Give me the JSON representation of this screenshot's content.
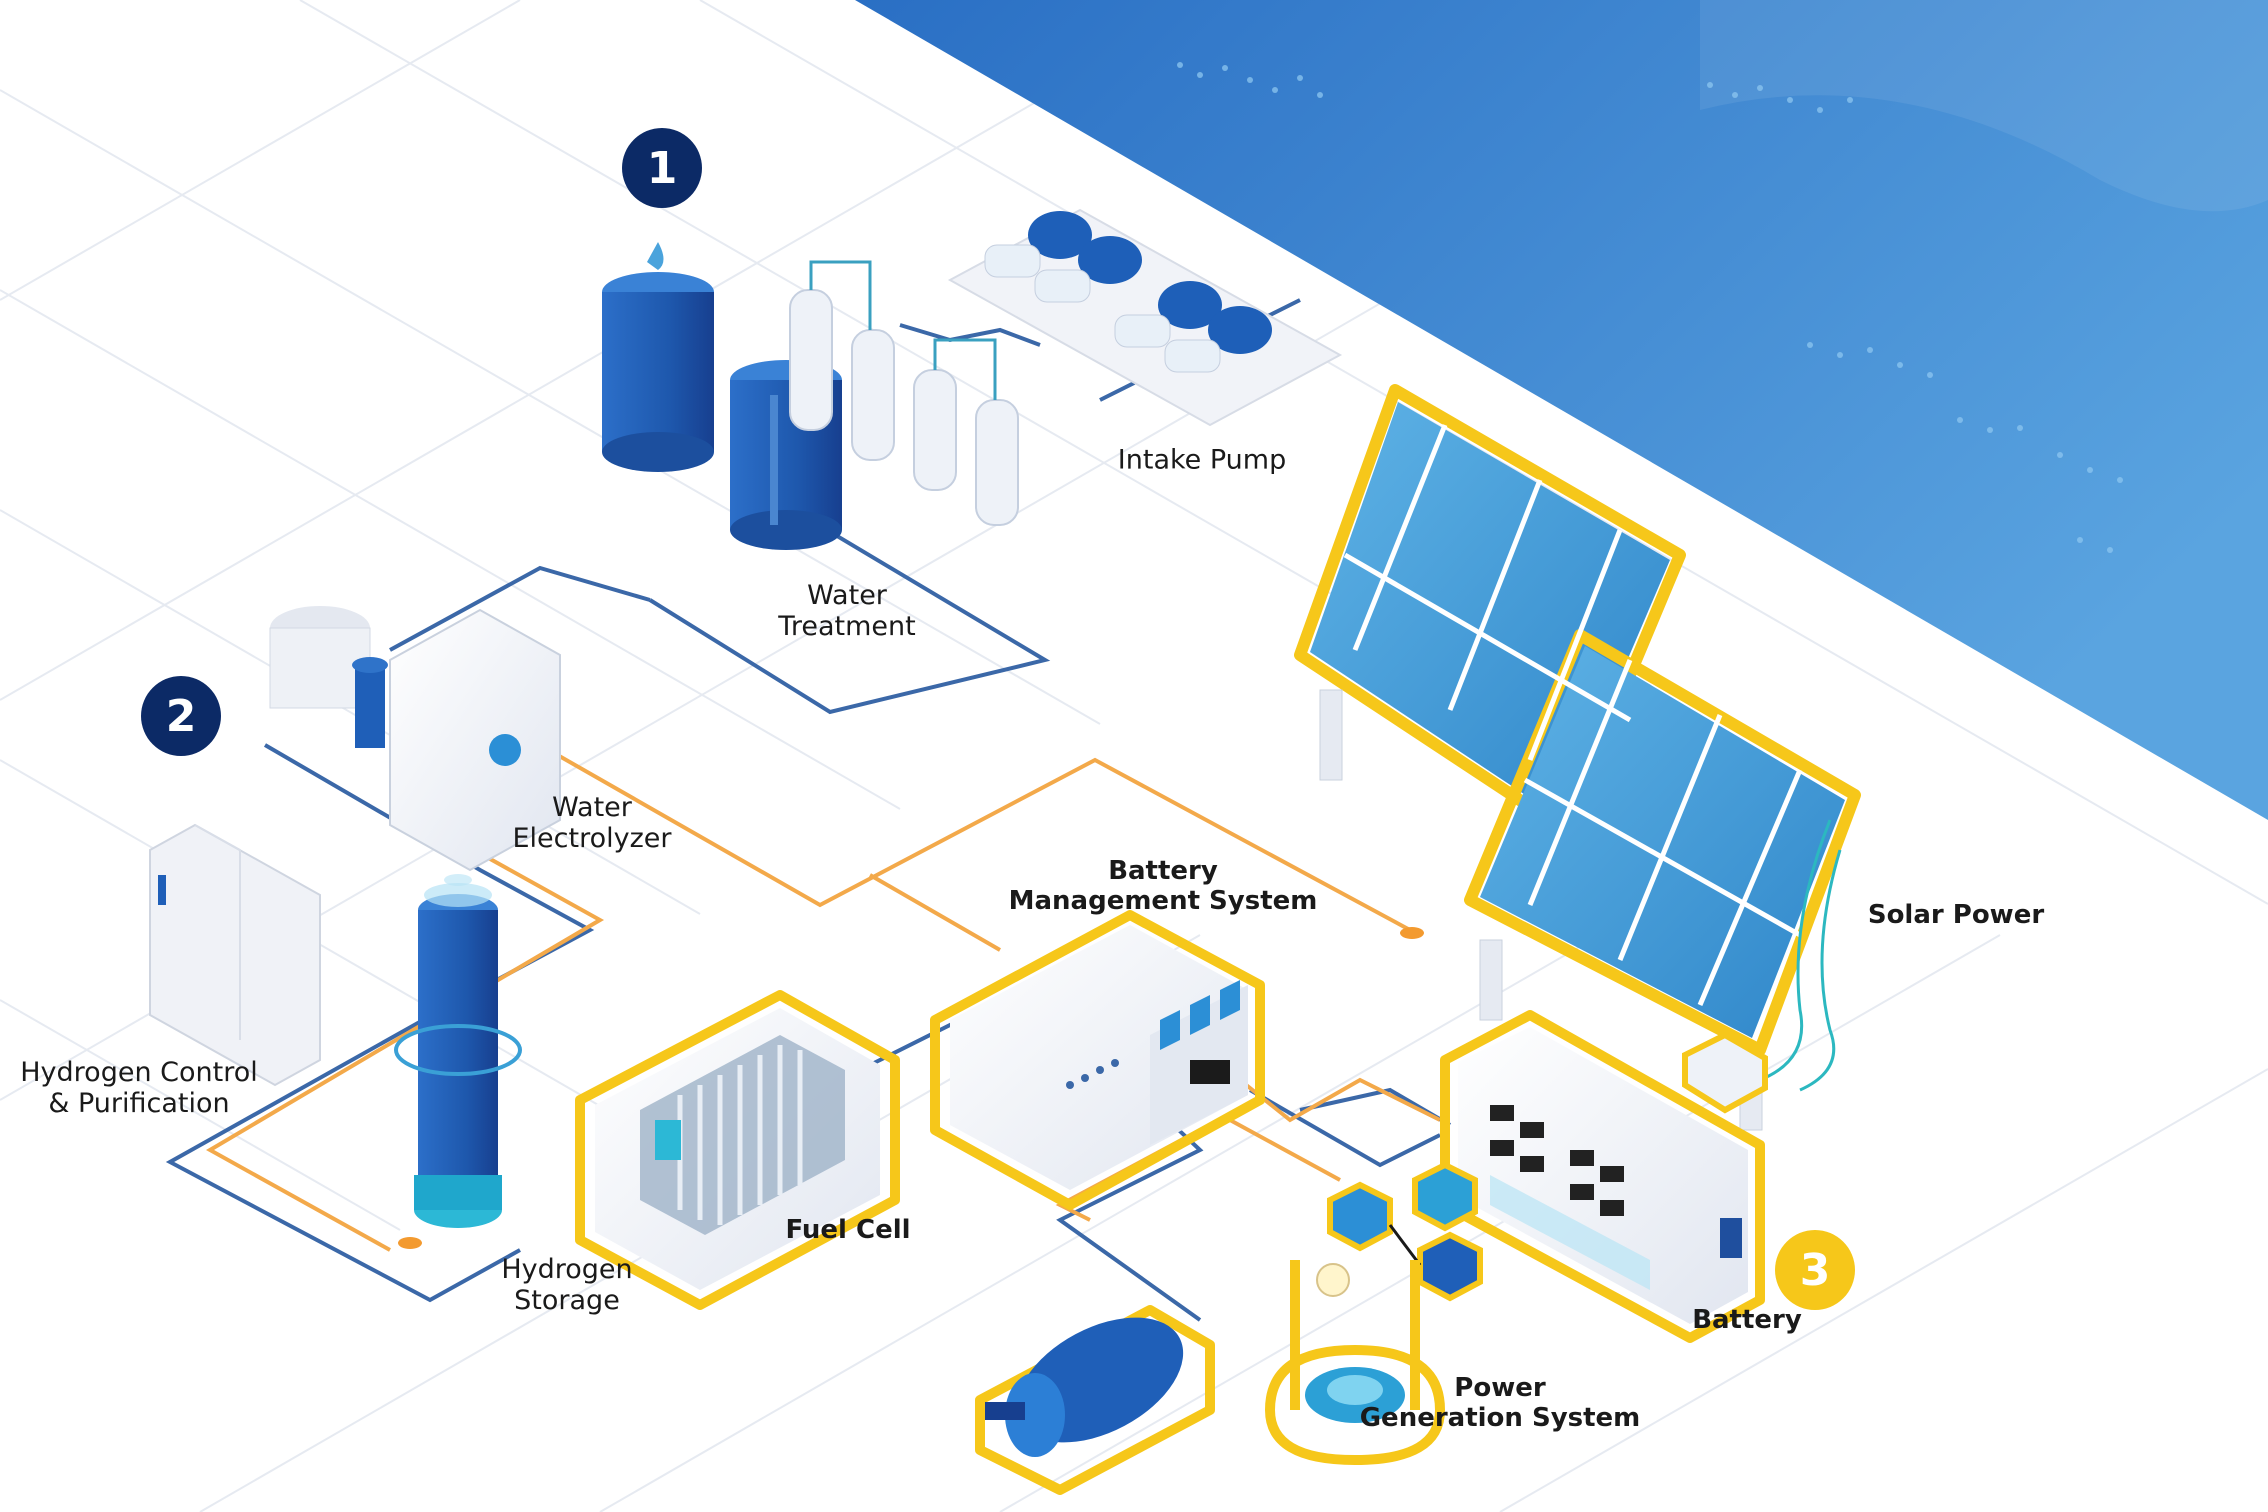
{
  "colors": {
    "sea": "#2f7fcf",
    "sea_light": "#5fa6e3",
    "navy": "#0c2a66",
    "tank_blue": "#1f5fb8",
    "tank_dark": "#173f8f",
    "pipe_blue": "#3b68a8",
    "pipe_orange": "#f3a94a",
    "highlight_yellow": "#f6c71a",
    "panel_blue": "#4aa3dc",
    "grid": "#e9edf3"
  },
  "steps": [
    {
      "number": "1",
      "icon": "step-one-badge"
    },
    {
      "number": "2",
      "icon": "step-two-badge"
    },
    {
      "number": "3",
      "icon": "step-three-badge"
    }
  ],
  "components": {
    "intake_pump": {
      "line1": "Intake Pump",
      "line2": ""
    },
    "water_treatment": {
      "line1": "Water",
      "line2": "Treatment"
    },
    "water_electrolyzer": {
      "line1": "Water",
      "line2": "Electrolyzer"
    },
    "hydrogen_control": {
      "line1": "Hydrogen Control",
      "line2": "& Purification"
    },
    "hydrogen_storage": {
      "line1": "Hydrogen",
      "line2": "Storage"
    },
    "fuel_cell": {
      "line1": "Fuel Cell",
      "line2": ""
    },
    "battery_management": {
      "line1": "Battery",
      "line2": "Management System"
    },
    "solar_power": {
      "line1": "Solar Power",
      "line2": ""
    },
    "battery": {
      "line1": "Battery",
      "line2": ""
    },
    "power_generation": {
      "line1": "Power",
      "line2": "Generation System"
    }
  }
}
